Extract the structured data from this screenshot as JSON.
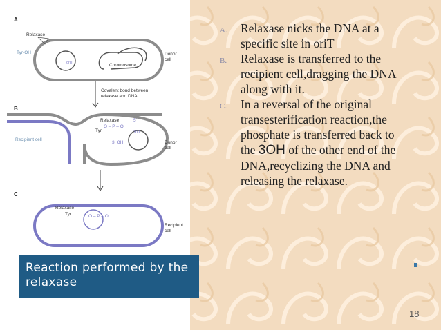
{
  "slide": {
    "figure": {
      "panel_a": {
        "letter": "A",
        "relaxase": "Relaxase",
        "tyr_oh": "Tyr-OH",
        "orit": "oriT",
        "chromosome": "Chromosome",
        "donor_cell_1": "Donor",
        "donor_cell_2": "cell"
      },
      "arrow_label_1": "Covalent bond between",
      "arrow_label_2": "relaxase and DNA",
      "panel_b": {
        "letter": "B",
        "relaxase": "Relaxase",
        "five_prime": "5'",
        "opo": "O – P – O",
        "tyr": "Tyr",
        "orit": "oriT",
        "three_oh": "3' OH",
        "recipient_cell": "Recipient cell",
        "donor_cell_1": "Donor",
        "donor_cell_2": "cell"
      },
      "panel_c": {
        "letter": "C",
        "relaxase": "Relaxase",
        "tyr": "Tyr",
        "opo": "O – P – O",
        "recipient_cell_1": "Recipient",
        "recipient_cell_2": "cell"
      }
    },
    "caption": "Reaction performed by the relaxase",
    "items": [
      {
        "marker": "A.",
        "text": "Relaxase nicks the DNA at a  specific site in oriT"
      },
      {
        "marker": "B.",
        "text": "Relaxase is transferred to the  recipient cell,dragging the  DNA along with it."
      },
      {
        "marker": "C.",
        "text_before": "In a reversal of the original transesterification reaction,the phosphate is  transferred back to the ",
        "text_big": "3OH",
        "text_after": "  of the other end of the DNA,recyclizing the DNA and  releasing the relaxase."
      }
    ],
    "page_number": "18",
    "colors": {
      "caption_bg": "#1f5b85",
      "cell_outline": "#7b79c4",
      "background": "#f3dcc0"
    }
  }
}
